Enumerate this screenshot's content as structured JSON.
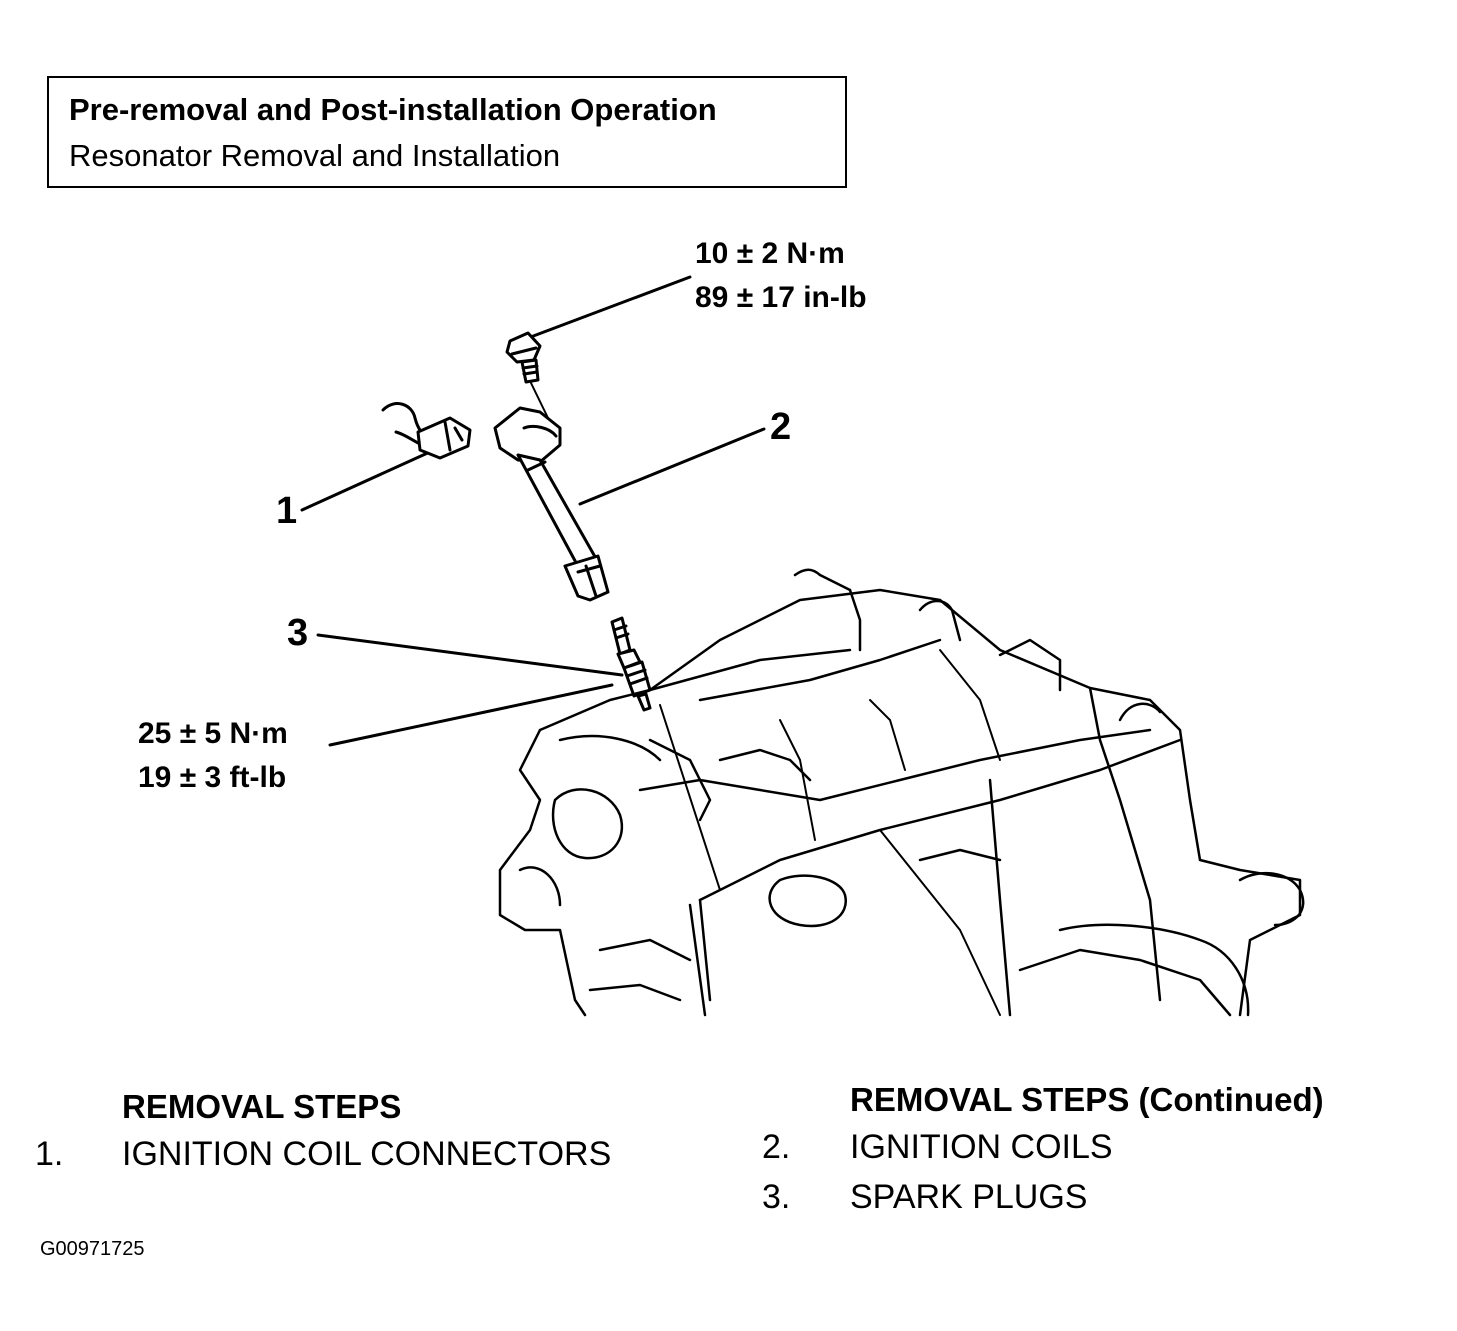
{
  "header": {
    "title": "Pre-removal and Post-installation Operation",
    "subtitle": "Resonator Removal and Installation"
  },
  "torque": {
    "coil_bolt_nm": "10 ± 2 N·m",
    "coil_bolt_in_lb": "89 ± 17 in-lb",
    "spark_plug_nm": "25 ± 5 N·m",
    "spark_plug_ft_lb": "19 ± 3 ft-lb"
  },
  "callouts": [
    "1",
    "2",
    "3"
  ],
  "steps": {
    "heading_left": "REMOVAL STEPS",
    "heading_right": "REMOVAL STEPS (Continued)",
    "items": [
      {
        "num": "1.",
        "label": "IGNITION COIL CONNECTORS"
      },
      {
        "num": "2.",
        "label": "IGNITION COILS"
      },
      {
        "num": "3.",
        "label": "SPARK PLUGS"
      }
    ]
  },
  "figure_code": "G00971725"
}
